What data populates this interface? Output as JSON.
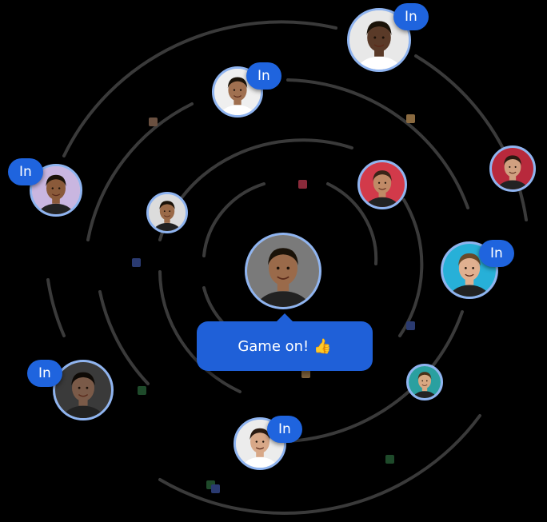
{
  "center": {
    "message": "Game on!",
    "emoji": "👍",
    "emoji_icon": "thumbs-up-icon"
  },
  "badge_label": "In",
  "avatars": [
    {
      "id": "center",
      "skin": "#9a6a4a",
      "bg": "#7a7a7a",
      "hair": "#1a1208",
      "badge": false
    },
    {
      "id": "top-right",
      "skin": "#5a3a28",
      "bg": "#e8e8e8",
      "hair": "#1a1208",
      "badge": true
    },
    {
      "id": "upper-mid",
      "skin": "#a07050",
      "bg": "#efefef",
      "hair": "#1a1208",
      "badge": true
    },
    {
      "id": "left",
      "skin": "#8a5a3a",
      "bg": "#c9b6e0",
      "hair": "#1a1208",
      "badge": true
    },
    {
      "id": "inner-left",
      "skin": "#9a6a48",
      "bg": "#dcdcdc",
      "hair": "#1a1208",
      "badge": false
    },
    {
      "id": "inner-right",
      "skin": "#c08a66",
      "bg": "#d23a4a",
      "hair": "#3a2418",
      "badge": false
    },
    {
      "id": "far-right",
      "skin": "#d0a080",
      "bg": "#b8293c",
      "hair": "#2a1a10",
      "badge": false
    },
    {
      "id": "right",
      "skin": "#e0b090",
      "bg": "#27b0d8",
      "hair": "#6a4a2a",
      "badge": true
    },
    {
      "id": "lower-right-small",
      "skin": "#d8a882",
      "bg": "#2aa0a0",
      "hair": "#4a3018",
      "badge": false
    },
    {
      "id": "lower-left",
      "skin": "#7a5a48",
      "bg": "#3a3a3a",
      "hair": "#0e0a06",
      "badge": true
    },
    {
      "id": "bottom",
      "skin": "#d8a888",
      "bg": "#ececec",
      "hair": "#2a1a10",
      "badge": true
    }
  ],
  "colors": {
    "background": "#000000",
    "orbit": "#3a3a3a",
    "accent": "#1f64de",
    "avatar_border": "#8fb4f0",
    "dots": [
      "#6a5040",
      "#8a6a40",
      "#8a2a3a",
      "#2a3a70",
      "#8a6a40",
      "#1e4a2a",
      "#2a3a70",
      "#1e4a2a",
      "#1e4a2a",
      "#2a3a70"
    ]
  }
}
